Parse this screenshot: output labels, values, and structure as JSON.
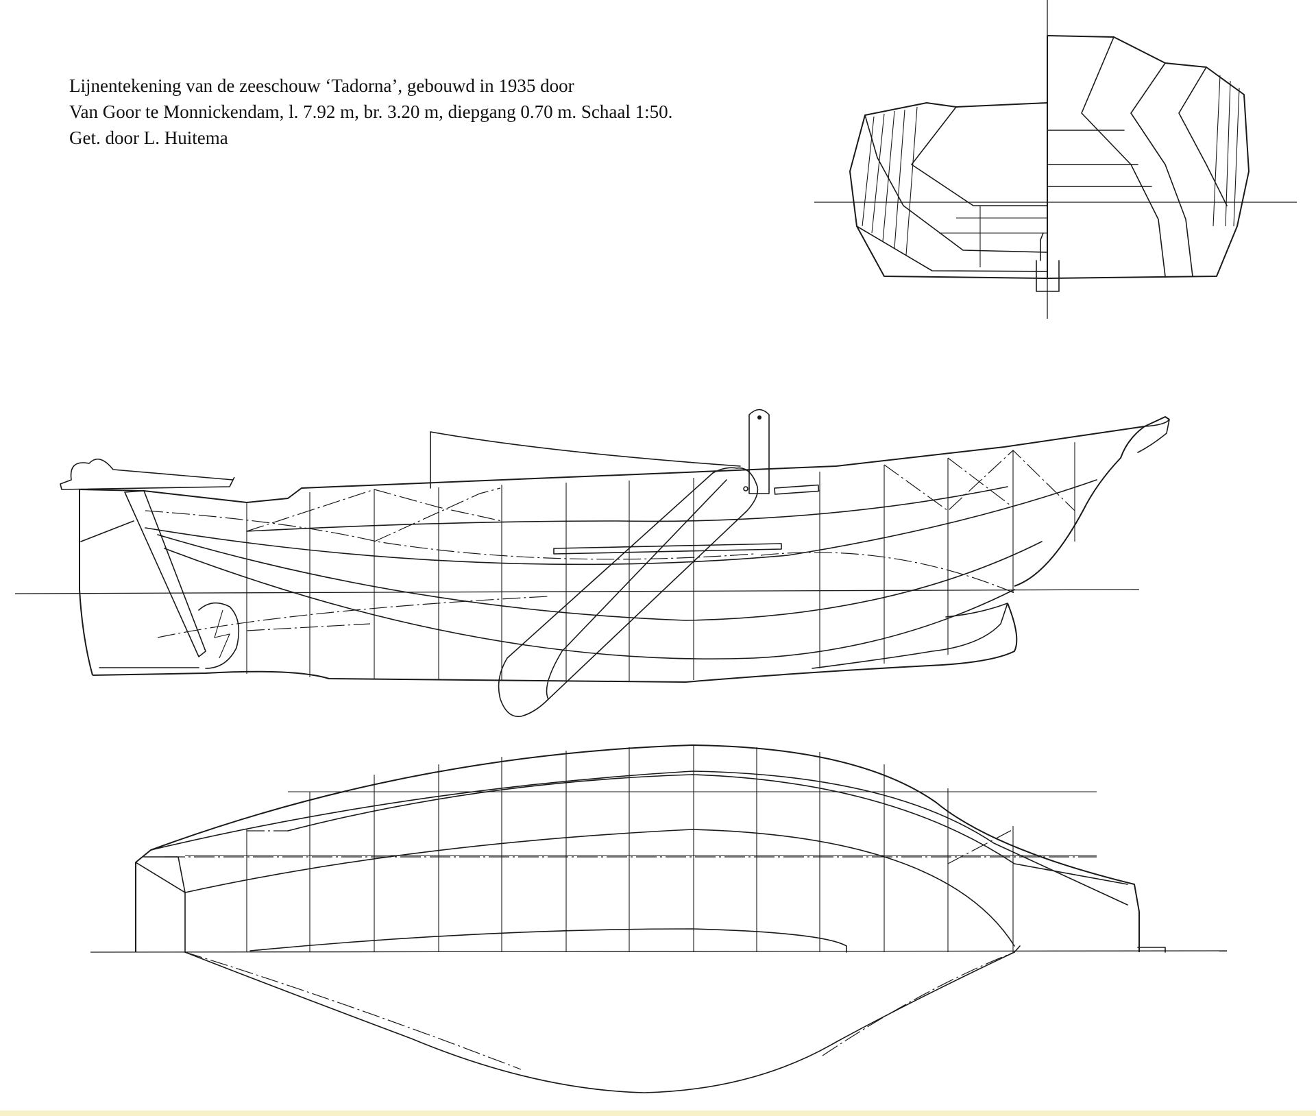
{
  "caption": {
    "line1": "Lijnentekening van de zeeschouw ‘Tadorna’, gebouwd in 1935 door",
    "line2": "Van Goor te Monnickendam, l. 7.92 m, br. 3.20 m, diepgang 0.70 m. Schaal 1:50.",
    "line3": "Get. door L. Huitema"
  },
  "colors": {
    "ink": "#1a1a1a",
    "paper": "#ffffff",
    "page_edge": "#f6f1c9"
  }
}
